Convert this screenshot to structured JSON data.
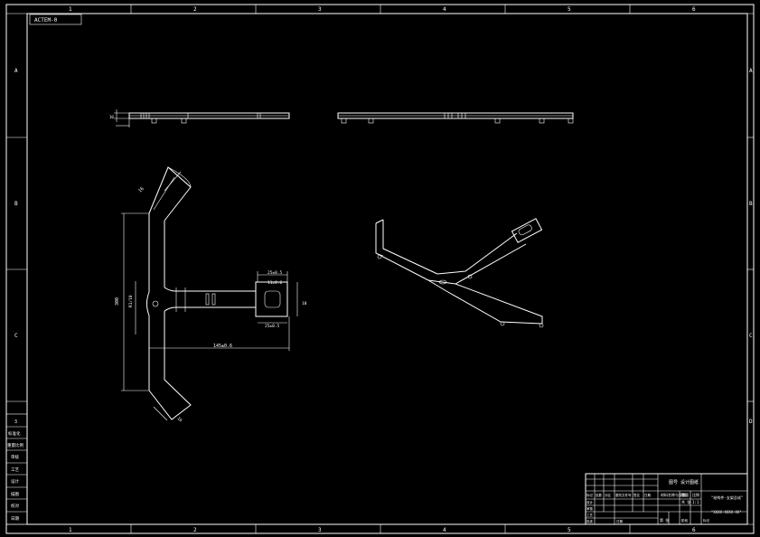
{
  "corner_tag": "ACTEM-0",
  "grid": {
    "columns": [
      "1",
      "2",
      "3",
      "4",
      "5",
      "6"
    ],
    "rows": [
      "A",
      "B",
      "C",
      "D"
    ]
  },
  "dimensions": {
    "top_width": "16",
    "left_height": "300",
    "hub_dim": "R1/10",
    "slot_width_top": "25±0.5",
    "slot_inner": "11±0.6",
    "slot_width_bottom": "25±0.5",
    "arm_length": "145±0.6",
    "slot_height": "18",
    "lower_arm": "16"
  },
  "left_stack": [
    "3",
    "标准化",
    "重量比例",
    "审核",
    "工艺",
    "设计",
    "描图",
    "校对",
    "日期"
  ],
  "title_block": {
    "drawing_no": "图号 设计图纸",
    "material_label": "材料名称与规格",
    "part_name": "\"结构件-支架总成\"",
    "drawing_code": "\"XXXX-XXXX-XX\"",
    "scale_label": "比例",
    "scale_value": "1:1",
    "sheet_label": "共 张",
    "sheet_value": "第 张",
    "weight_label": "重量",
    "header_cells": [
      "标记",
      "处数",
      "分区",
      "更改文件号",
      "签名",
      "日期"
    ],
    "sign_rows": [
      "设计",
      "审核",
      "工艺"
    ],
    "bottom_cells": [
      "批准",
      "日期",
      "阶段",
      "标记"
    ]
  }
}
